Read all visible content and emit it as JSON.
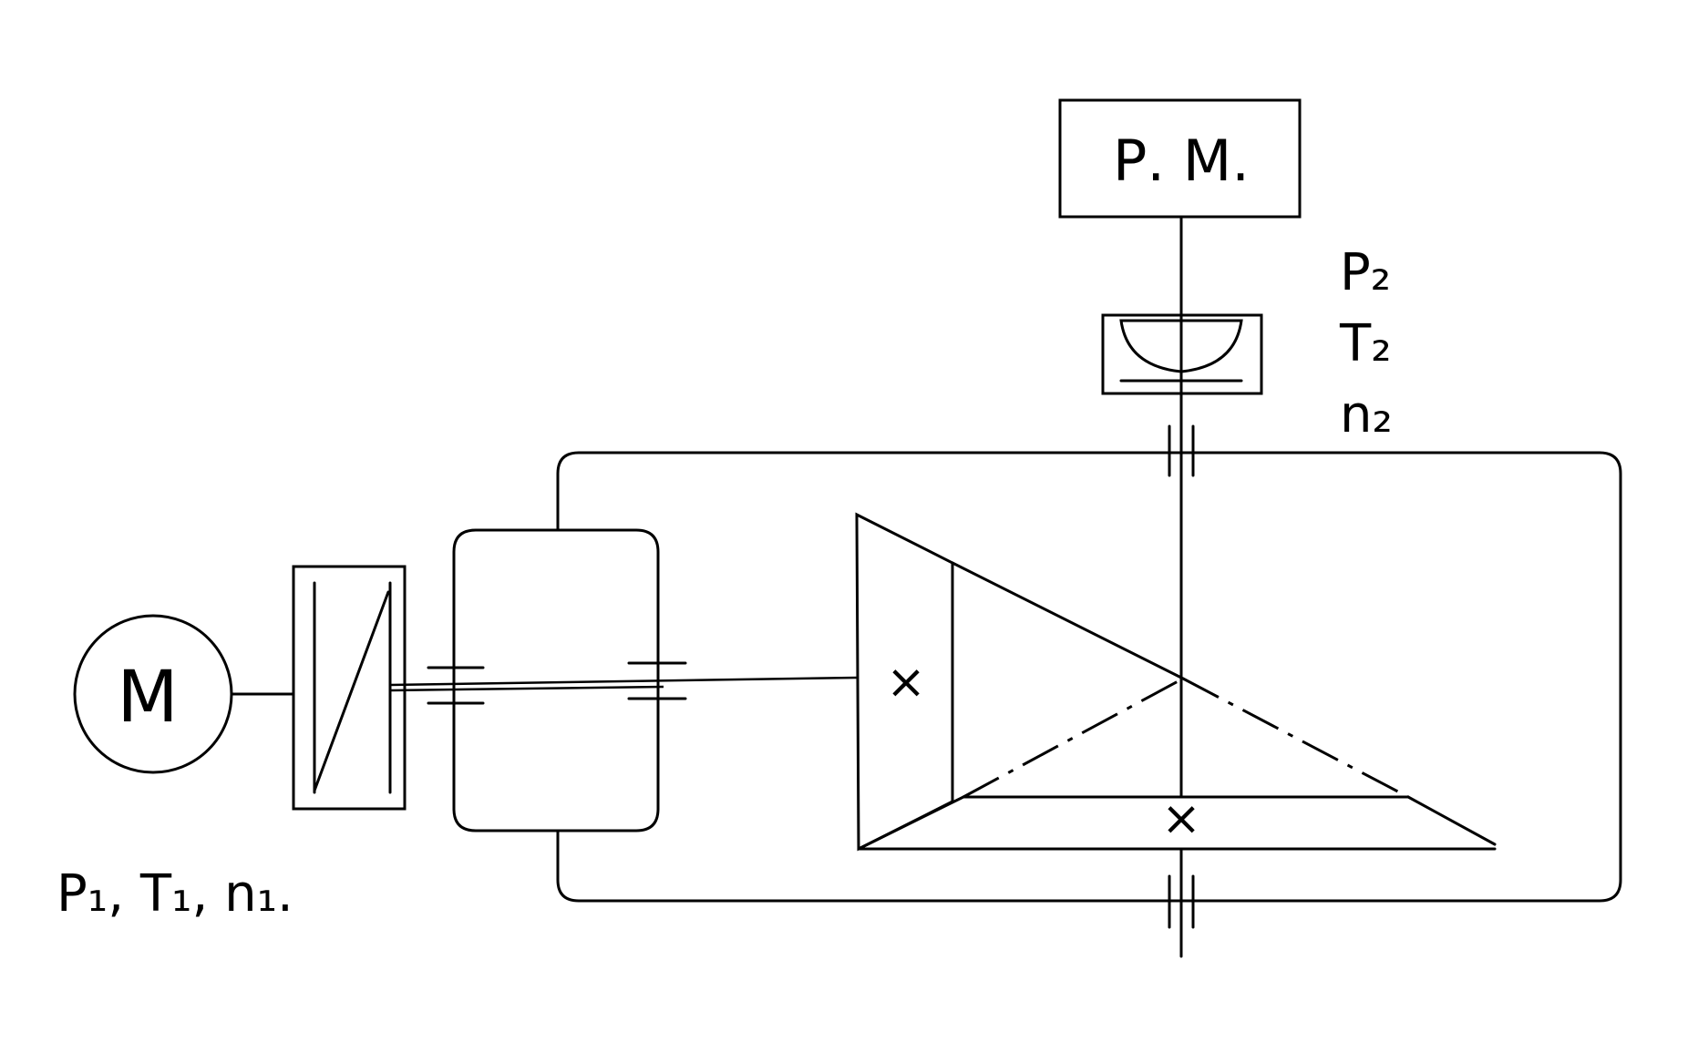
{
  "motor": {
    "label": "M"
  },
  "working_machine": {
    "label": "Р. М."
  },
  "input_params": {
    "text": "P₁, T₁, n₁."
  },
  "output_params": {
    "p": "P₂",
    "t": "T₂",
    "n": "n₂"
  },
  "gear_marks": {
    "pinion": "×",
    "wheel": "×"
  }
}
